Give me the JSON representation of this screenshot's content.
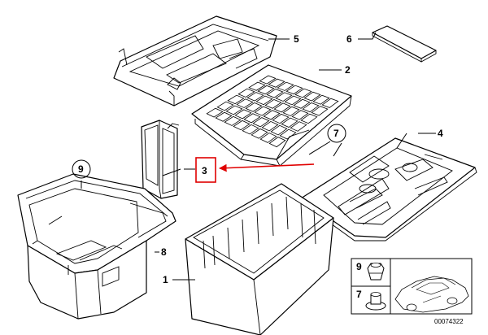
{
  "labels": {
    "p1": "1",
    "p2": "2",
    "p3": "3",
    "p4": "4",
    "p5": "5",
    "p6": "6",
    "p7": "7",
    "p8": "8",
    "p9": "9",
    "inset7": "7",
    "inset9": "9"
  },
  "diagram_id": "00074322",
  "colors": {
    "highlight": "#e00000",
    "line": "#000000"
  }
}
